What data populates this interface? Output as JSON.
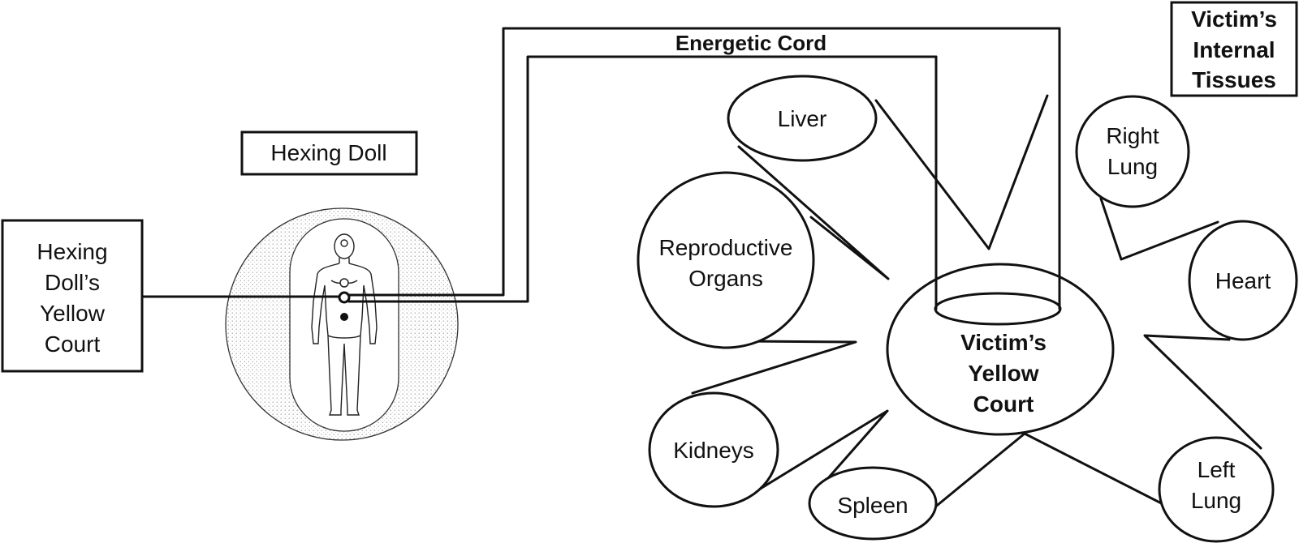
{
  "labels": {
    "hexing_doll": "Hexing Doll",
    "dolls_yellow_court": [
      "Hexing",
      "Doll’s",
      "Yellow",
      "Court"
    ],
    "energetic_cord": "Energetic Cord",
    "internal_tissues": [
      "Victim’s",
      "Internal",
      "Tissues"
    ],
    "victims_yellow_court": [
      "Victim’s",
      "Yellow",
      "Court"
    ]
  },
  "organs": {
    "liver": [
      "Liver"
    ],
    "right_lung": [
      "Right",
      "Lung"
    ],
    "heart": [
      "Heart"
    ],
    "reproductive": [
      "Reproductive",
      "Organs"
    ],
    "kidneys": [
      "Kidneys"
    ],
    "spleen": [
      "Spleen"
    ],
    "left_lung": [
      "Left",
      "Lung"
    ]
  },
  "colors": {
    "ink": "#111111",
    "aura_fill": "#ececec",
    "background": "#ffffff"
  }
}
